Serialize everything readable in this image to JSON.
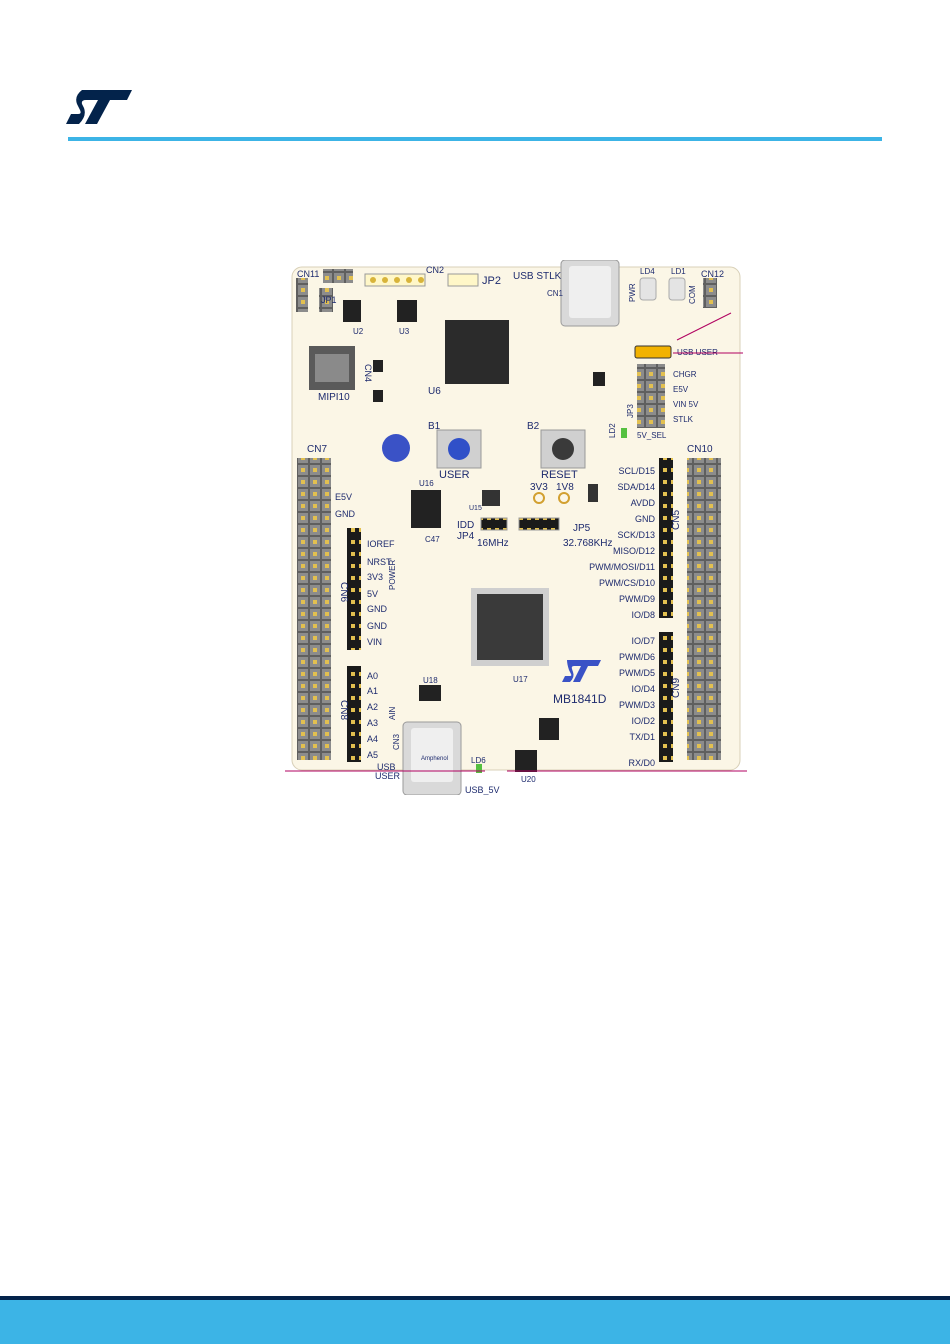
{
  "header": {
    "logo": "ST logo",
    "logo_icon": "st-logo-icon"
  },
  "board": {
    "title": "MB1841D",
    "labels": {
      "cn11": "CN11",
      "cn12": "CN12",
      "jp1": "JP1",
      "cn2": "CN2",
      "jp2": "JP2",
      "usb_stlk": "USB STLK",
      "cn1": "CN1",
      "pwr": "PWR",
      "com": "COM",
      "ld4": "LD4",
      "ld1": "LD1",
      "u2": "U2",
      "u3": "U3",
      "u6": "U6",
      "cn4": "CN4",
      "mipi10": "MIPI10",
      "usb_user_top": "USB USER",
      "chgr": "CHGR",
      "e5v_top": "E5V",
      "vin5v": "VIN 5V",
      "stlk": "STLK",
      "jp3": "JP3",
      "sel5v": "5V_SEL",
      "b1": "B1",
      "b2": "B2",
      "user": "USER",
      "reset": "RESET",
      "ld2": "LD2",
      "cn7": "CN7",
      "cn10": "CN10",
      "e5v": "E5V",
      "gnd": "GND",
      "u16": "U16",
      "u15": "U15",
      "c47": "C47",
      "v3v3": "3V3",
      "v1v8": "1V8",
      "jp5": "JP5",
      "idd": "IDD",
      "jp4": "JP4",
      "mhz": "16MHz",
      "khz": "32.768KHz",
      "cn6": "CN6",
      "cn5": "CN5",
      "cn8": "CN8",
      "cn9": "CN9",
      "cn3": "CN3",
      "power": "POWER",
      "ain": "AIN",
      "u17": "U17",
      "u18": "U18",
      "u20": "U20",
      "usb": "USB",
      "user_bottom": "USER",
      "usb5v": "USB_5V",
      "ld6": "LD6",
      "amphenol": "Amphenol"
    },
    "cn6_pins": [
      "IOREF",
      "NRST",
      "3V3",
      "5V",
      "GND",
      "GND",
      "VIN"
    ],
    "cn8_pins": [
      "A0",
      "A1",
      "A2",
      "A3",
      "A4",
      "A5"
    ],
    "cn5_pins": [
      "SCL/D15",
      "SDA/D14",
      "AVDD",
      "GND",
      "SCK/D13",
      "MISO/D12",
      "PWM/MOSI/D11",
      "PWM/CS/D10",
      "PWM/D9",
      "IO/D8"
    ],
    "cn9_pins": [
      "IO/D7",
      "PWM/D6",
      "PWM/D5",
      "IO/D4",
      "PWM/D3",
      "IO/D2",
      "TX/D1",
      "RX/D0"
    ]
  }
}
